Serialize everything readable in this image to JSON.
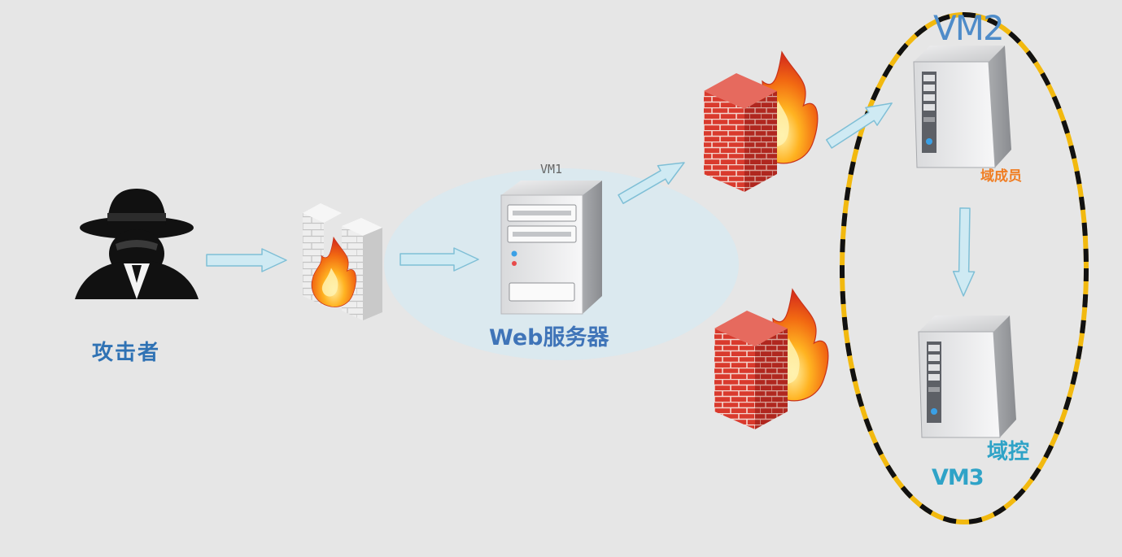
{
  "labels": {
    "attacker": "攻击者",
    "vm1": "VM1",
    "web_server": "Web服务器",
    "vm2": "VM2",
    "domain_member": "域成员",
    "domain_controller": "域控",
    "vm3": "VM3"
  },
  "icons": {
    "attacker": "hacker-icon",
    "firewall_white": "firewall-icon",
    "firewall_red": "firewall-icon",
    "server": "server-icon"
  },
  "colors": {
    "background": "#e6e6e6",
    "vm1_zone": "#d8e9f0",
    "arrow_fill": "#cfeaf3",
    "arrow_stroke": "#7fbfd6",
    "ellipse_yellow": "#f2b90f",
    "ellipse_black": "#111111",
    "brick": "#d9342b"
  }
}
